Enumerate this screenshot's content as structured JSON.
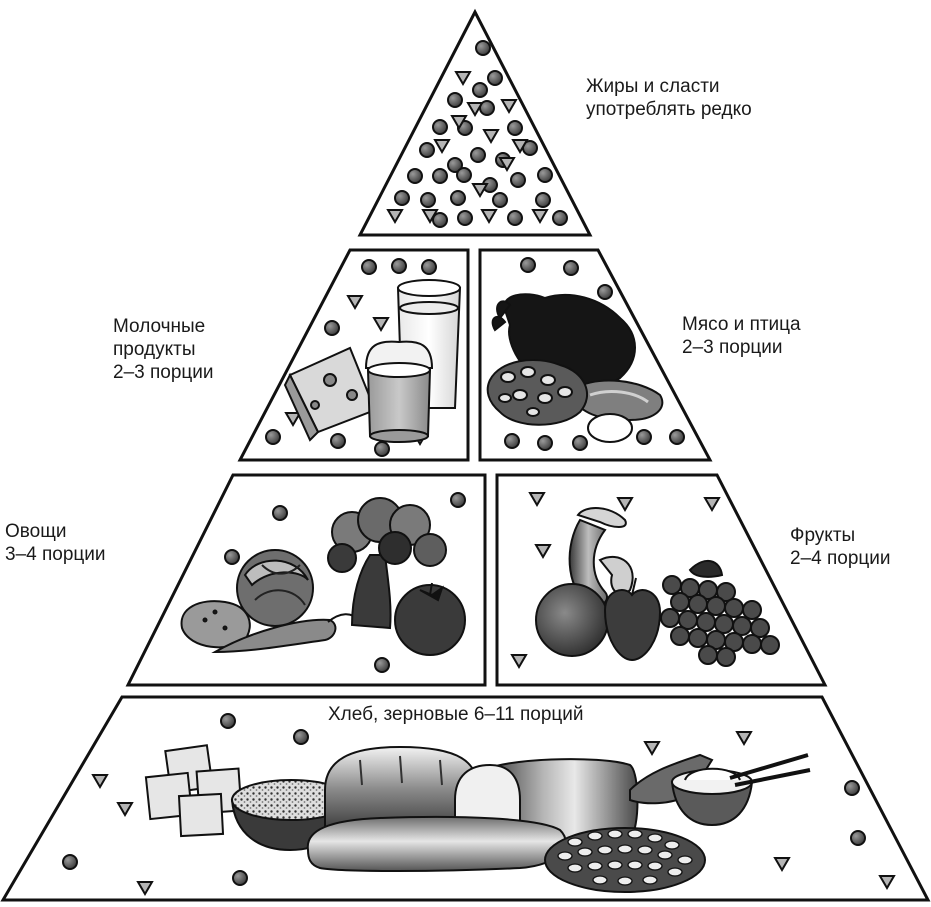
{
  "tiers": {
    "fats": {
      "line1": "Жиры и сласти",
      "line2": "употреблять редко"
    },
    "dairy": {
      "line1": "Молочные",
      "line2": "продукты",
      "line3": "2–3 порции"
    },
    "meat": {
      "line1": "Мясо и птица",
      "line2": "2–3 порции"
    },
    "vegetables": {
      "line1": "Овощи",
      "line2": "3–4 порции"
    },
    "fruits": {
      "line1": "Фрукты",
      "line2": "2–4 порции"
    },
    "grains": {
      "line1": "Хлеб, зерновые 6–11 порций"
    }
  },
  "colors": {
    "outline": "#111111",
    "dark": "#2b2b2b",
    "mid": "#7a7a7a",
    "light": "#c8c8c8",
    "fill": "#ffffff"
  },
  "icons": [
    "circle-dot-icon",
    "triangle-icon",
    "milk-glass-icon",
    "cheese-icon",
    "yogurt-cup-icon",
    "chicken-icon",
    "steak-icon",
    "egg-icon",
    "cabbage-icon",
    "broccoli-icon",
    "tomato-icon",
    "carrot-icon",
    "potato-icon",
    "banana-icon",
    "orange-icon",
    "apple-icon",
    "grapes-icon",
    "crackers-icon",
    "cereal-bowl-icon",
    "bread-loaf-icon",
    "baguette-icon",
    "pasta-plate-icon",
    "rice-bowl-icon",
    "chopsticks-icon"
  ]
}
